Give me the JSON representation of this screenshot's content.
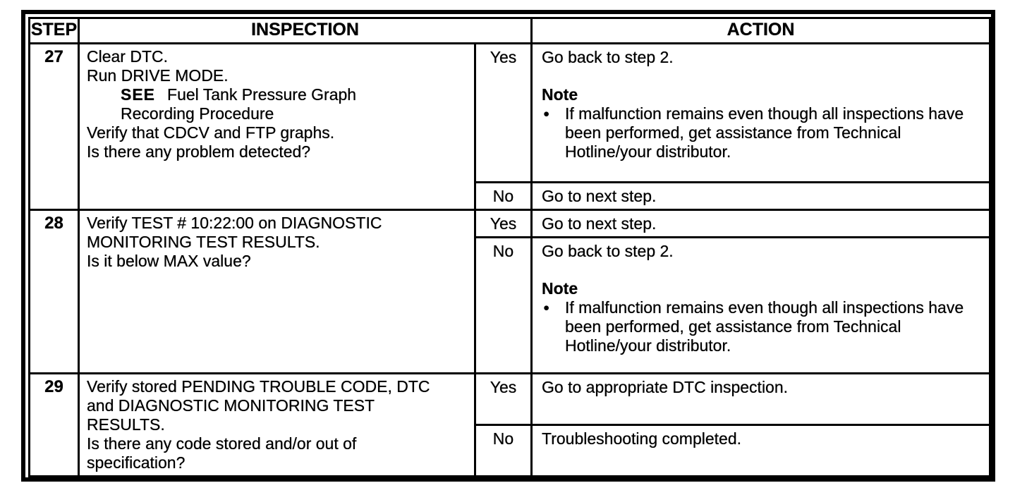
{
  "page": {
    "background_color": "#ffffff",
    "ink_color": "#000000"
  },
  "table": {
    "headers": {
      "step": "STEP",
      "inspection": "INSPECTION",
      "action": "ACTION"
    },
    "steps": [
      {
        "step": "27",
        "inspection_lines": [
          {
            "text": "Clear DTC.",
            "indent": 0
          },
          {
            "text": "Run DRIVE MODE.",
            "indent": 0
          },
          {
            "bold_prefix": "SEE",
            "text": "Fuel Tank Pressure Graph",
            "indent": 1
          },
          {
            "text": "Recording Procedure",
            "indent": 1
          },
          {
            "text": "Verify that CDCV and FTP graphs.",
            "indent": 0
          },
          {
            "text": "Is there any problem detected?",
            "indent": 0
          }
        ],
        "branches": [
          {
            "answer": "Yes",
            "action": "Go back to step 2.",
            "note": {
              "title": "Note",
              "bullets": [
                [
                  "If malfunction remains even though all inspections have",
                  "been performed, get assistance from Technical",
                  "Hotline/your distributor."
                ]
              ]
            }
          },
          {
            "answer": "No",
            "action": "Go to next step."
          }
        ]
      },
      {
        "step": "28",
        "inspection_lines": [
          {
            "text": "Verify TEST # 10:22:00 on DIAGNOSTIC",
            "indent": 0
          },
          {
            "text": "MONITORING TEST RESULTS.",
            "indent": 0
          },
          {
            "text": "Is it below MAX value?",
            "indent": 0
          }
        ],
        "branches": [
          {
            "answer": "Yes",
            "action": "Go to next step."
          },
          {
            "answer": "No",
            "action": "Go back to step 2.",
            "note": {
              "title": "Note",
              "bullets": [
                [
                  "If malfunction remains even though all inspections have",
                  "been performed, get assistance from Technical",
                  "Hotline/your distributor."
                ]
              ]
            }
          }
        ]
      },
      {
        "step": "29",
        "inspection_lines": [
          {
            "text": "Verify stored PENDING TROUBLE CODE, DTC",
            "indent": 0
          },
          {
            "text": "and DIAGNOSTIC MONITORING TEST",
            "indent": 0
          },
          {
            "text": "RESULTS.",
            "indent": 0
          },
          {
            "text": "Is there any code stored and/or out of",
            "indent": 0
          },
          {
            "text": "specification?",
            "indent": 0
          }
        ],
        "branches": [
          {
            "answer": "Yes",
            "action": "Go to appropriate DTC inspection."
          },
          {
            "answer": "No",
            "action": "Troubleshooting completed."
          }
        ]
      }
    ]
  }
}
